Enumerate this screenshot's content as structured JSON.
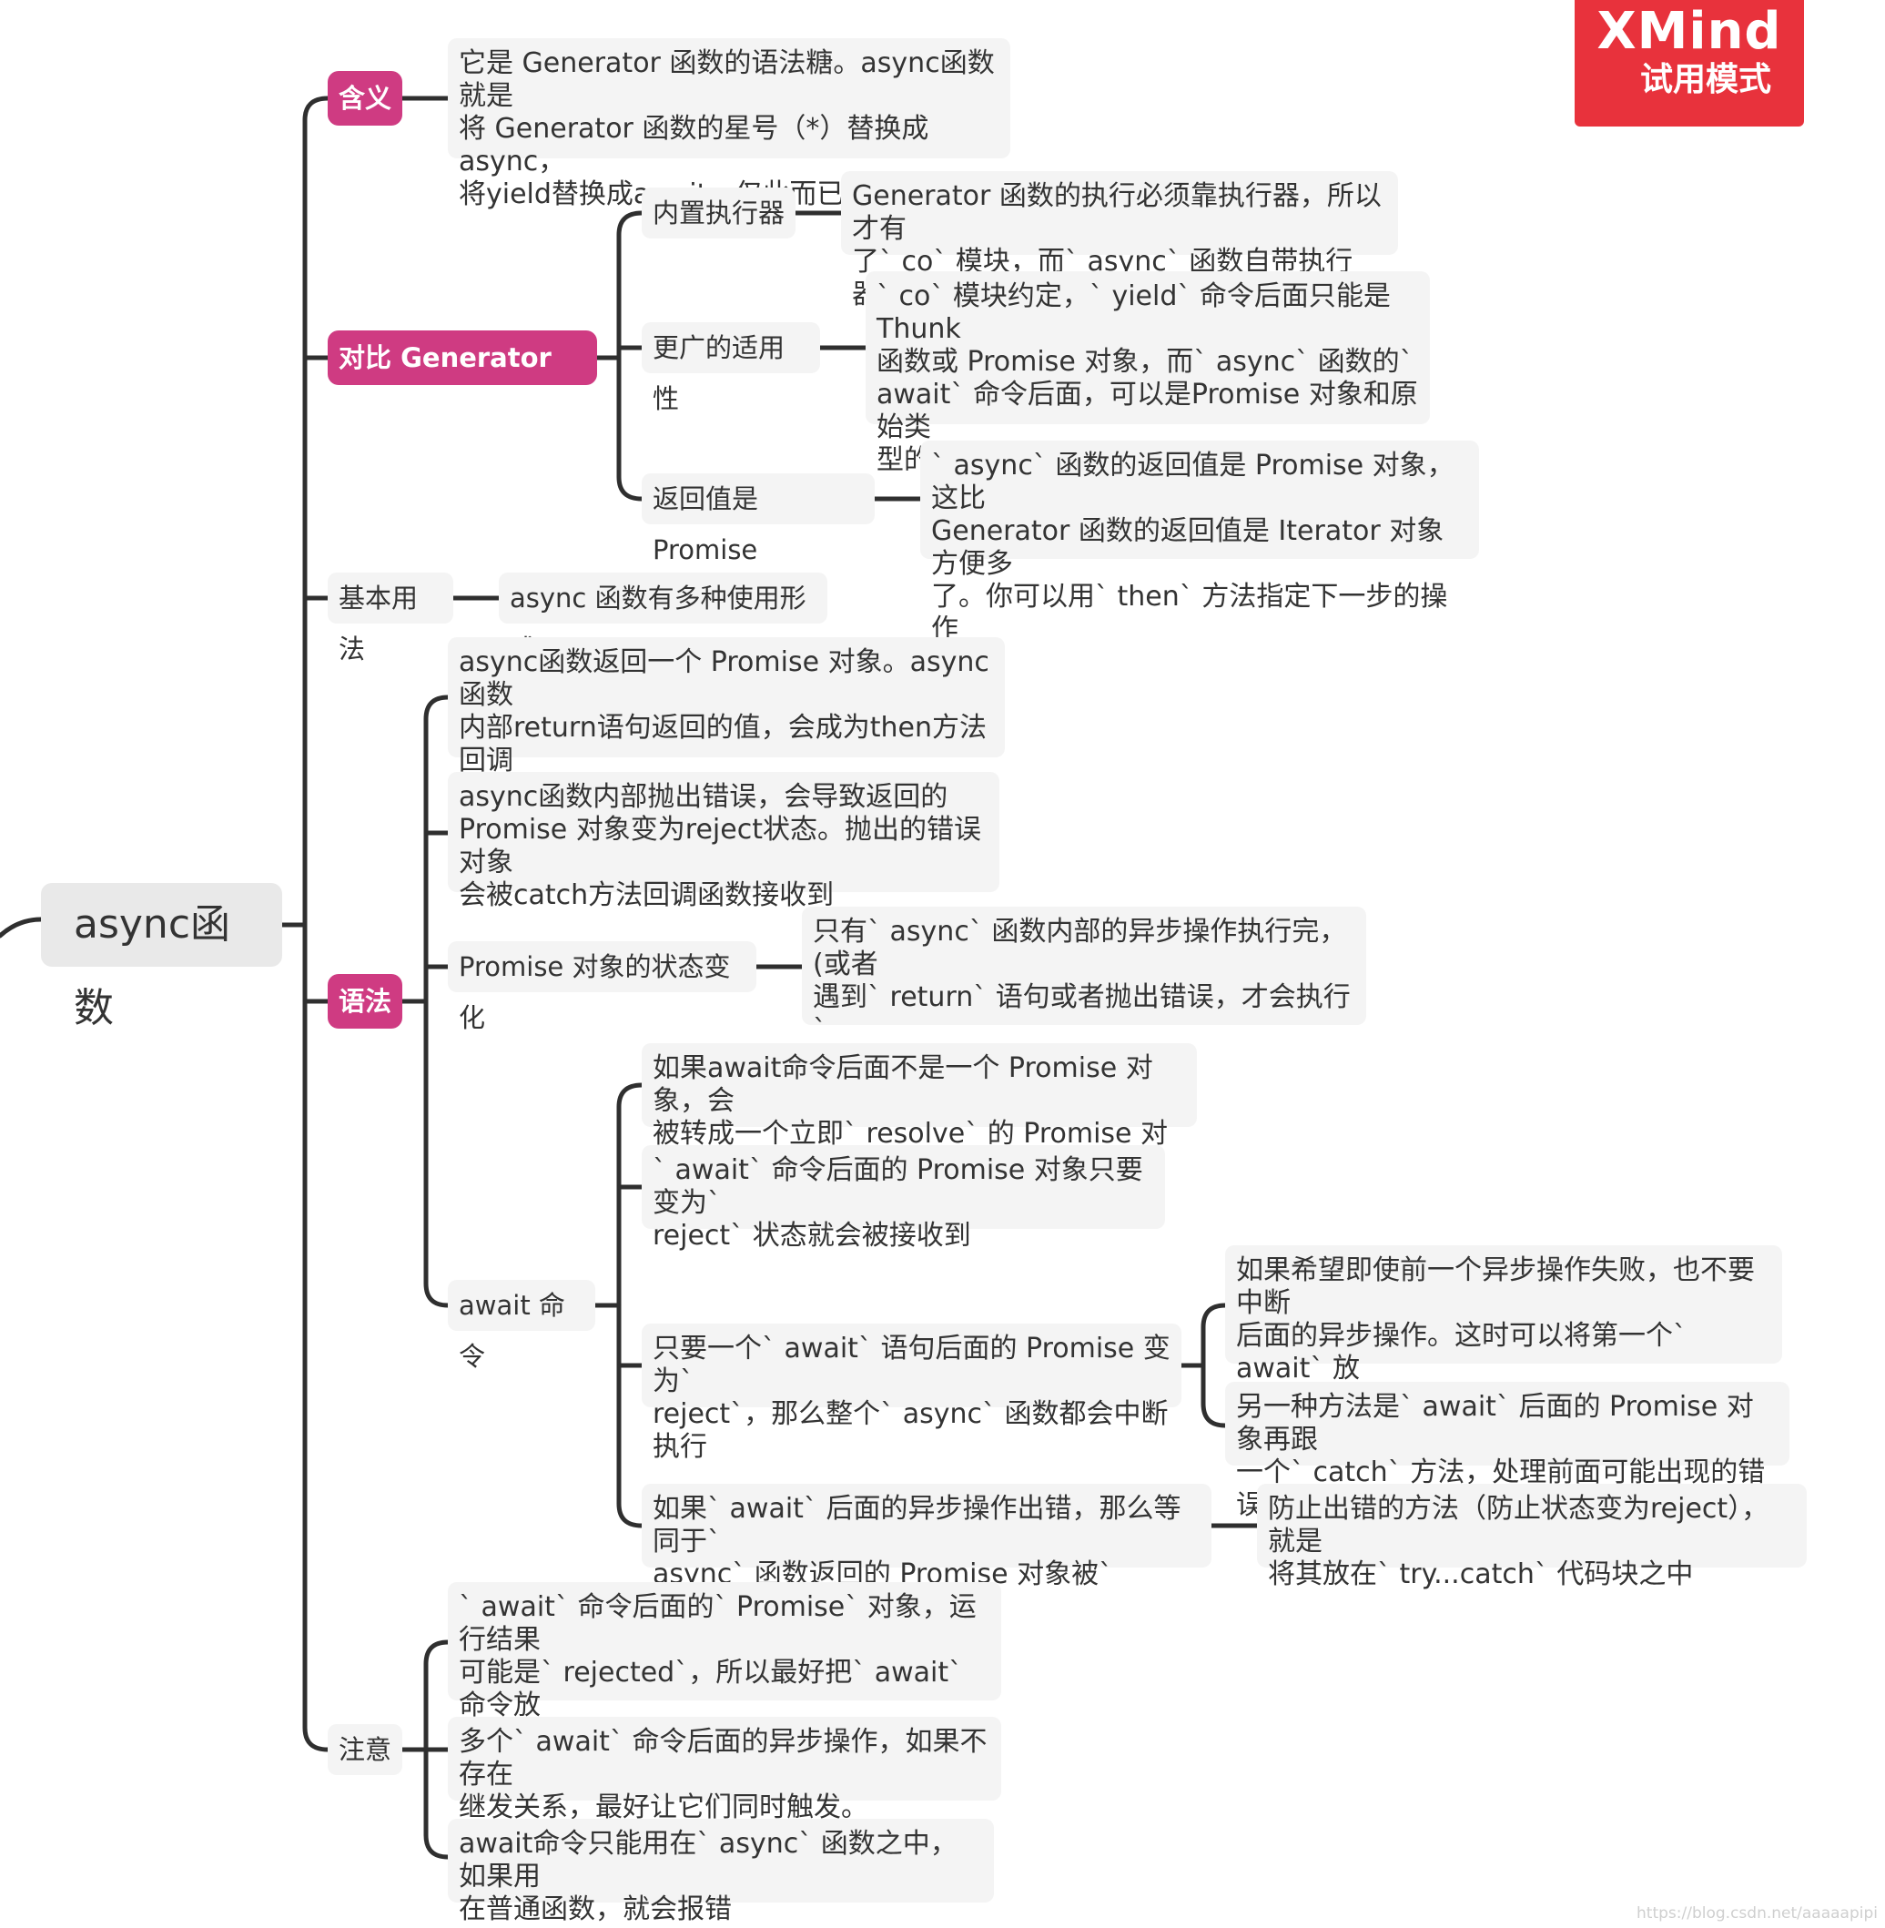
{
  "root": {
    "label": "async函数"
  },
  "badge": {
    "brand": "XMind",
    "mode": "试用模式"
  },
  "watermark": "https://blog.csdn.net/aaaaapipi",
  "colors": {
    "accent": "#cf3b82",
    "line": "#2f2f2f",
    "node_bg": "#f4f4f4",
    "badge": "#e8323c"
  },
  "topics": {
    "meaning": {
      "label": "含义",
      "text": "它是 Generator 函数的语法糖。async函数就是\n将 Generator 函数的星号（*）替换成async，\n将yield替换成await，仅此而已"
    },
    "compare": {
      "label": "对比 Generator 函数",
      "executor": {
        "label": "内置执行器",
        "text": "Generator 函数的执行必须靠执行器，所以才有\n了` co` 模块，而` async` 函数自带执行器。"
      },
      "applicability": {
        "label": "更广的适用性",
        "text": "` co` 模块约定，` yield` 命令后面只能是 Thunk\n函数或 Promise 对象，而` async` 函数的`\nawait` 命令后面，可以是Promise 对象和原始类\n型的值"
      },
      "return_value": {
        "label": "返回值是 Promise",
        "text": "` async` 函数的返回值是 Promise 对象，这比\nGenerator 函数的返回值是 Iterator 对象方便多\n了。你可以用` then` 方法指定下一步的操作"
      }
    },
    "basic": {
      "label": "基本用法",
      "text": "async 函数有多种使用形式"
    },
    "syntax": {
      "label": "语法",
      "return_promise": "async函数返回一个 Promise 对象。async函数\n内部return语句返回的值，会成为then方法回调\n函数的参数",
      "throw_error": "async函数内部抛出错误，会导致返回的\nPromise 对象变为reject状态。抛出的错误对象\n会被catch方法回调函数接收到",
      "state_change": {
        "label": "Promise 对象的状态变化",
        "text": "只有` async` 函数内部的异步操作执行完，(或者\n遇到` return` 语句或者抛出错误，才会执行`\nthen` 方法指定的回调函数"
      },
      "await": {
        "label": "await 命令",
        "not_promise": "如果await命令后面不是一个 Promise 对象，会\n被转成一个立即` resolve` 的 Promise 对象",
        "reject_received": "` await` 命令后面的 Promise 对象只要变为`\nreject` 状态就会被接收到",
        "interrupt": {
          "label": "只要一个` await` 语句后面的 Promise 变为`\nreject`，那么整个` async` 函数都会中断执行",
          "try_catch": "如果希望即使前一个异步操作失败，也不要中断\n后面的异步操作。这时可以将第一个` await` 放\n在` try...catch` 结构里面",
          "catch_method": "另一种方法是` await` 后面的 Promise 对象再跟\n一个` catch` 方法，处理前面可能出现的错误"
        },
        "error": {
          "label": "如果` await` 后面的异步操作出错，那么等同于`\nasync` 函数返回的 Promise 对象被` reject`",
          "prevent": "防止出错的方法（防止状态变为reject），就是\n将其放在` try...catch` 代码块之中"
        }
      }
    },
    "notice": {
      "label": "注意",
      "items": [
        "` await` 命令后面的` Promise` 对象，运行结果\n可能是` rejected`，所以最好把` await` 命令放\n在` try...catch` 代码块中",
        "多个` await` 命令后面的异步操作，如果不存在\n继发关系，最好让它们同时触发。",
        "await命令只能用在` async` 函数之中，如果用\n在普通函数，就会报错"
      ]
    }
  }
}
